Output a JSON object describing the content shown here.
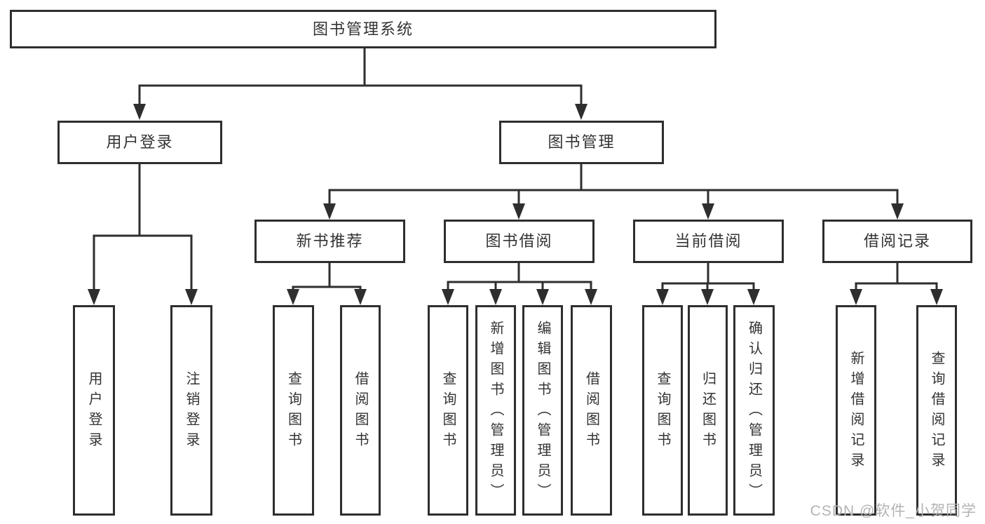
{
  "colors": {
    "line": "#2e2e2e",
    "text": "#333333",
    "watermark": "#b3b3b3",
    "background": "#ffffff"
  },
  "watermark": {
    "text": "CSDN @软件_小贺同学"
  },
  "nodes": {
    "root": {
      "label": "图书管理系统"
    },
    "userLogin": {
      "label": "用户登录",
      "children": {
        "login": {
          "label": "用户登录"
        },
        "logout": {
          "label": "注销登录"
        }
      }
    },
    "bookManagement": {
      "label": "图书管理",
      "children": {
        "newBookRecommend": {
          "label": "新书推荐",
          "children": {
            "queryBooks": {
              "label": "查询图书"
            },
            "borrowBooks": {
              "label": "借阅图书"
            }
          }
        },
        "bookBorrow": {
          "label": "图书借阅",
          "children": {
            "queryBooks": {
              "label": "查询图书"
            },
            "addBooks": {
              "label": "新增图书（管理员）"
            },
            "editBooks": {
              "label": "编辑图书（管理员）"
            },
            "borrowBooks": {
              "label": "借阅图书"
            }
          }
        },
        "currentBorrow": {
          "label": "当前借阅",
          "children": {
            "queryBooks": {
              "label": "查询图书"
            },
            "returnBooks": {
              "label": "归还图书"
            },
            "confirmReturn": {
              "label": "确认归还（管理员）"
            }
          }
        },
        "borrowRecords": {
          "label": "借阅记录",
          "children": {
            "addRecord": {
              "label": "新增借阅记录"
            },
            "queryRecord": {
              "label": "查询借阅记录"
            }
          }
        }
      }
    }
  }
}
